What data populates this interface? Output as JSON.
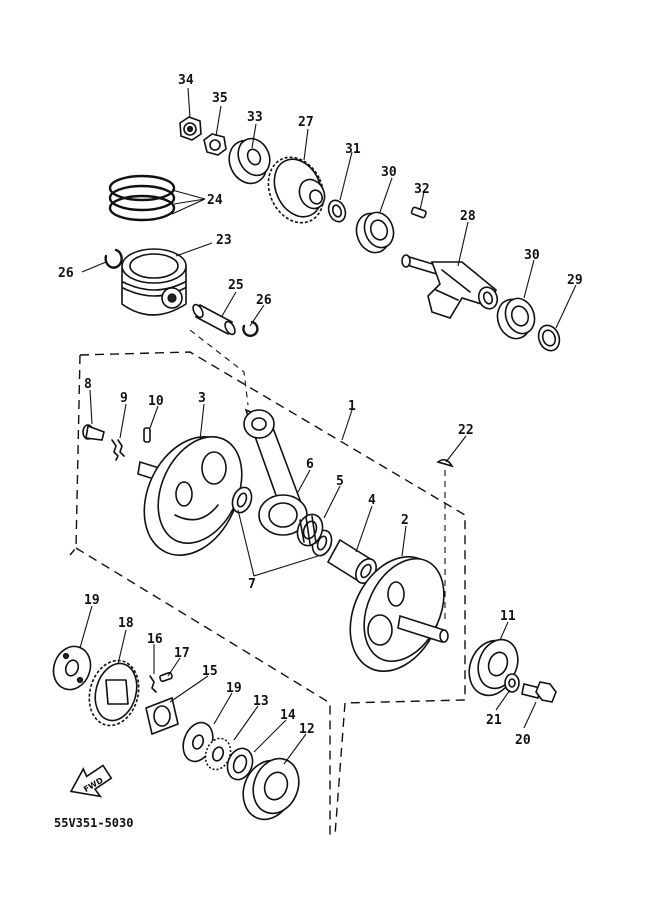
{
  "diagram_code": "55V351-5030",
  "direction_arrow_text": "FWD",
  "callouts": {
    "p1": "1",
    "p2": "2",
    "p3": "3",
    "p4": "4",
    "p5": "5",
    "p6": "6",
    "p7": "7",
    "p8": "8",
    "p9": "9",
    "p10": "10",
    "p11": "11",
    "p12": "12",
    "p13": "13",
    "p14": "14",
    "p15": "15",
    "p16": "16",
    "p17": "17",
    "p18": "18",
    "p19a": "19",
    "p19b": "19",
    "p20": "20",
    "p21": "21",
    "p22": "22",
    "p23": "23",
    "p24": "24",
    "p25": "25",
    "p26a": "26",
    "p26b": "26",
    "p27": "27",
    "p28": "28",
    "p29": "29",
    "p30a": "30",
    "p30b": "30",
    "p31": "31",
    "p32": "32",
    "p33": "33",
    "p34": "34",
    "p35": "35"
  }
}
